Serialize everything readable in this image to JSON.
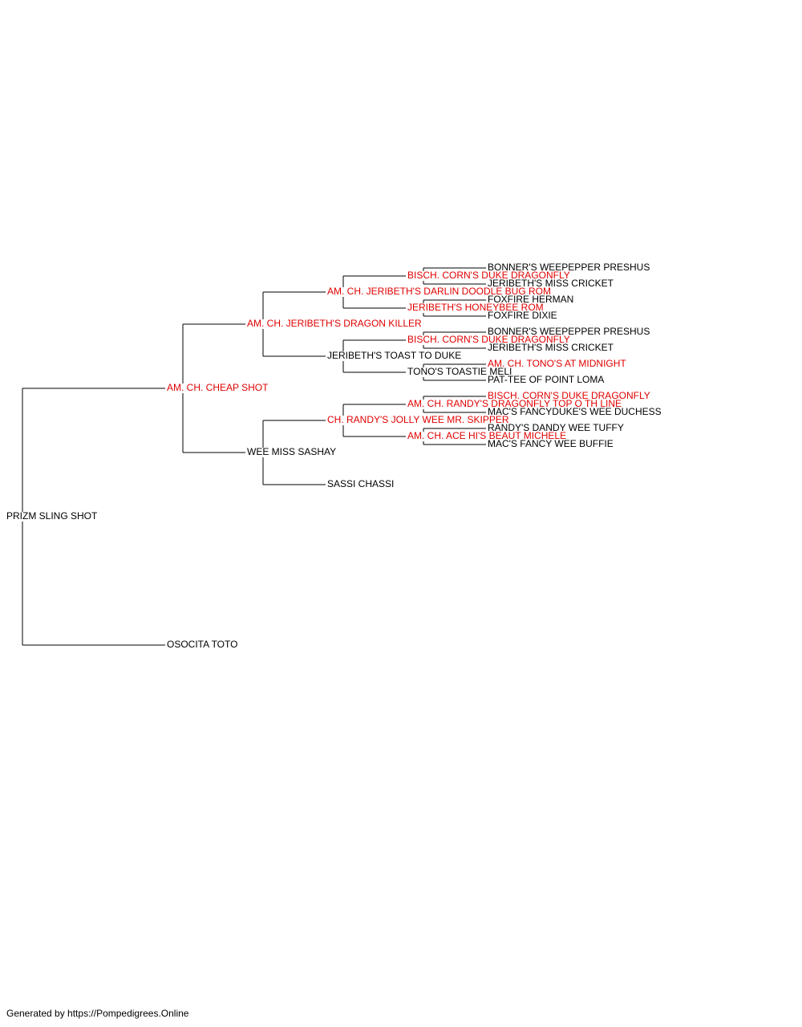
{
  "colors": {
    "champion": "#e00000",
    "normal": "#000000",
    "line": "#000000"
  },
  "root": {
    "name": "PRIZM SLING SHOT",
    "champion": false,
    "sire": {
      "name": "AM. CH. CHEAP SHOT",
      "champion": true,
      "sire": {
        "name": "AM. CH. JERIBETH'S DRAGON KILLER",
        "champion": true,
        "sire": {
          "name": "AM. CH. JERIBETH'S DARLIN DOODLE BUG ROM",
          "champion": true,
          "sire": {
            "name": "BISCH. CORN'S DUKE DRAGONFLY",
            "champion": true,
            "sire": {
              "name": "BONNER'S WEEPEPPER PRESHUS",
              "champion": false
            },
            "dam": {
              "name": "JERIBETH'S MISS CRICKET",
              "champion": false
            }
          },
          "dam": {
            "name": "JERIBETH'S HONEYBEE ROM",
            "champion": true,
            "sire": {
              "name": "FOXFIRE HERMAN",
              "champion": false
            },
            "dam": {
              "name": "FOXFIRE DIXIE",
              "champion": false
            }
          }
        },
        "dam": {
          "name": "JERIBETH'S TOAST TO DUKE",
          "champion": false,
          "sire": {
            "name": "BISCH. CORN'S DUKE DRAGONFLY",
            "champion": true,
            "sire": {
              "name": "BONNER'S WEEPEPPER PRESHUS",
              "champion": false
            },
            "dam": {
              "name": "JERIBETH'S MISS CRICKET",
              "champion": false
            }
          },
          "dam": {
            "name": "TONO'S TOASTIE MELI",
            "champion": false,
            "sire": {
              "name": "AM. CH. TONO'S AT MIDNIGHT",
              "champion": true
            },
            "dam": {
              "name": "PAT-TEE OF POINT LOMA",
              "champion": false
            }
          }
        }
      },
      "dam": {
        "name": "WEE MISS SASHAY",
        "champion": false,
        "sire": {
          "name": "CH. RANDY'S JOLLY WEE MR. SKIPPER",
          "champion": true,
          "sire": {
            "name": "AM. CH. RANDY'S DRAGONFLY TOP O TH LINE",
            "champion": true,
            "sire": {
              "name": "BISCH. CORN'S DUKE DRAGONFLY",
              "champion": true
            },
            "dam": {
              "name": "MAC'S FANCYDUKE'S WEE DUCHESS",
              "champion": false
            }
          },
          "dam": {
            "name": "AM. CH. ACE HI'S BEAUT MICHELE",
            "champion": true,
            "sire": {
              "name": "RANDY'S DANDY WEE TUFFY",
              "champion": false
            },
            "dam": {
              "name": "MAC'S FANCY WEE BUFFIE",
              "champion": false
            }
          }
        },
        "dam": {
          "name": "SASSI CHASSI",
          "champion": false
        }
      }
    },
    "dam": {
      "name": "OSOCITA TOTO",
      "champion": false
    }
  },
  "footer": {
    "text": "Generated by https://Pompedigrees.Online"
  }
}
